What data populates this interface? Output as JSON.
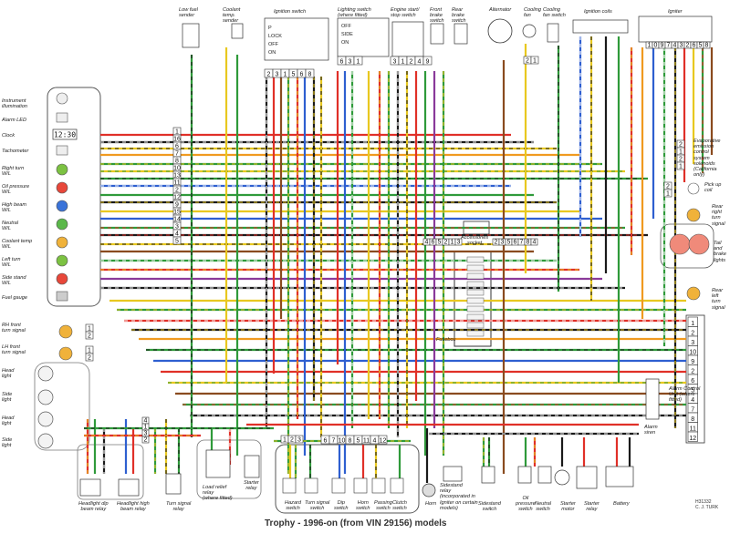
{
  "title": "Trophy - 1996-on (from VIN 29156) models",
  "credit": "H31332\nC. J. TURK",
  "colors": {
    "brown": "#8a4b1f",
    "red": "#e03028",
    "yellow": "#e8c820",
    "green": "#2f9a3a",
    "blue": "#2e5fd0",
    "black": "#1a1a1a",
    "white_stripe": "#ffffff",
    "purple": "#8a3a9a",
    "orange": "#f09a20",
    "grey": "#999999"
  },
  "labels": {
    "low_fuel_sender": "Low fuel\nsender",
    "coolant_temp_sender": "Coolant\ntemp.\nsender",
    "ignition_switch": "Ignition switch",
    "ign_positions": [
      "P",
      "LOCK",
      "OFF",
      "ON"
    ],
    "lighting_switch": "Lighting switch\n(where fitted)",
    "light_positions": [
      "OFF",
      "SIDE",
      "ON"
    ],
    "engine_start_stop": "Engine start/\nstop switch",
    "front_brake": "Front\nbrake\nswitch",
    "rear_brake": "Rear\nbrake\nswitch",
    "alternator": "Alternator",
    "cooling_fan": "Cooling\nfan",
    "cooling_fan_switch": "Cooling\nfan switch",
    "ignition_coils": "Ignition coils",
    "igniter": "Igniter",
    "igniter_pins": [
      "1",
      "0",
      "9",
      "7",
      "4",
      "3",
      "2",
      "6",
      "5",
      "8"
    ],
    "instrument_illumination": "Instrument\nillumination",
    "alarm_led": "Alarm LED",
    "clock": "Clock",
    "clock_display": "12:30",
    "tachometer": "Tachometer",
    "right_turn": "Right turn\nW/L",
    "oil_pressure": "Oil pressure\nW/L",
    "high_beam": "High beam\nW/L",
    "neutral": "Neutral\nW/L",
    "coolant_temp_wl": "Coolant temp\nW/L",
    "left_turn": "Left turn\nW/L",
    "side_stand_wl": "Side stand\nW/L",
    "fuel_gauge": "Fuel gauge",
    "instr_connector_pins": [
      "1",
      "16",
      "6",
      "7",
      "8",
      "10",
      "13",
      "11",
      "2",
      "12",
      "9",
      "15",
      "14",
      "3",
      "4",
      "5"
    ],
    "evap_solenoid": "Evaporative\nemission\ncontrol\nsystem\nsolenoids\n(California\nonly)",
    "pick_up_coil": "Pick up\ncoil",
    "rear_right_turn": "Rear\nright\nturn\nsignal",
    "tail_brake": "Tail\nand\nbrake\nlights",
    "rear_left_turn": "Rear\nleft\nturn\nsignal",
    "accessories_socket": "Accessories\nsocket",
    "fusebox": "Fusebox",
    "rh_front_turn": "RH front\nturn signal",
    "lh_front_turn": "LH front\nturn signal",
    "head_light": "Head\nlight",
    "side_light": "Side\nlight",
    "alarm_unit": "Alarm Control\nUnit (where\nfitted)",
    "alarm_pins": [
      "1",
      "2",
      "3",
      "10",
      "9",
      "2",
      "6",
      "5",
      "4",
      "7",
      "8",
      "11",
      "12"
    ],
    "alarm_siren": "Alarm\nsiren",
    "headlight_dip_relay": "Headlight dip\nbeam relay",
    "headlight_high_relay": "Headlight high\nbeam relay",
    "turn_signal_relay": "Turn signal\nrelay",
    "load_relief_relay": "Load relief\nrelay\n(where fitted)",
    "starter_relay_small": "Starter\nrelay",
    "hazard_switch": "Hazard\nswitch",
    "turn_signal_switch": "Turn signal\nswitch",
    "dip_switch": "Dip\nswitch",
    "horn_switch": "Horn\nswitch",
    "passing_switch": "Passing\nswitch",
    "clutch_switch": "Clutch\nswitch",
    "horn": "Horn",
    "sidestand_relay": "Sidestand\nrelay\n(incorporated in\nIgniter on certain\nmodels)",
    "sidestand_switch": "Sidestand\nswitch",
    "oil_pressure_switch": "Oil\npressure\nswitch",
    "neutral_switch": "Neutral\nswitch",
    "starter_motor": "Starter\nmotor",
    "starter_relay": "Starter\nrelay",
    "battery": "Battery",
    "handlebar_conn_pins": [
      "1",
      "2",
      "3",
      "6",
      "7",
      "10",
      "8",
      "5",
      "11",
      "4",
      "12"
    ],
    "acc_pins_left": [
      "4",
      "6",
      "5",
      "2",
      "1",
      "3"
    ],
    "acc_pins_right": [
      "2",
      "3",
      "5",
      "6",
      "7",
      "8",
      "4"
    ],
    "ign_switch_pins": [
      "2",
      "3",
      "1",
      "5",
      "6",
      "8"
    ],
    "light_switch_pins": [
      "6",
      "3",
      "1"
    ],
    "start_pins": [
      "3",
      "1",
      "2",
      "4",
      "9"
    ],
    "fan_pins": [
      "2",
      "1"
    ],
    "evap_pins": [
      "2",
      "1",
      "2",
      "1"
    ],
    "pickup_pins": [
      "2",
      "1"
    ],
    "rhturn_pins": [
      "1",
      "2"
    ],
    "lhturn_pins": [
      "1",
      "2"
    ],
    "left_conn_pins": [
      "4",
      "1",
      "3",
      "2"
    ]
  }
}
